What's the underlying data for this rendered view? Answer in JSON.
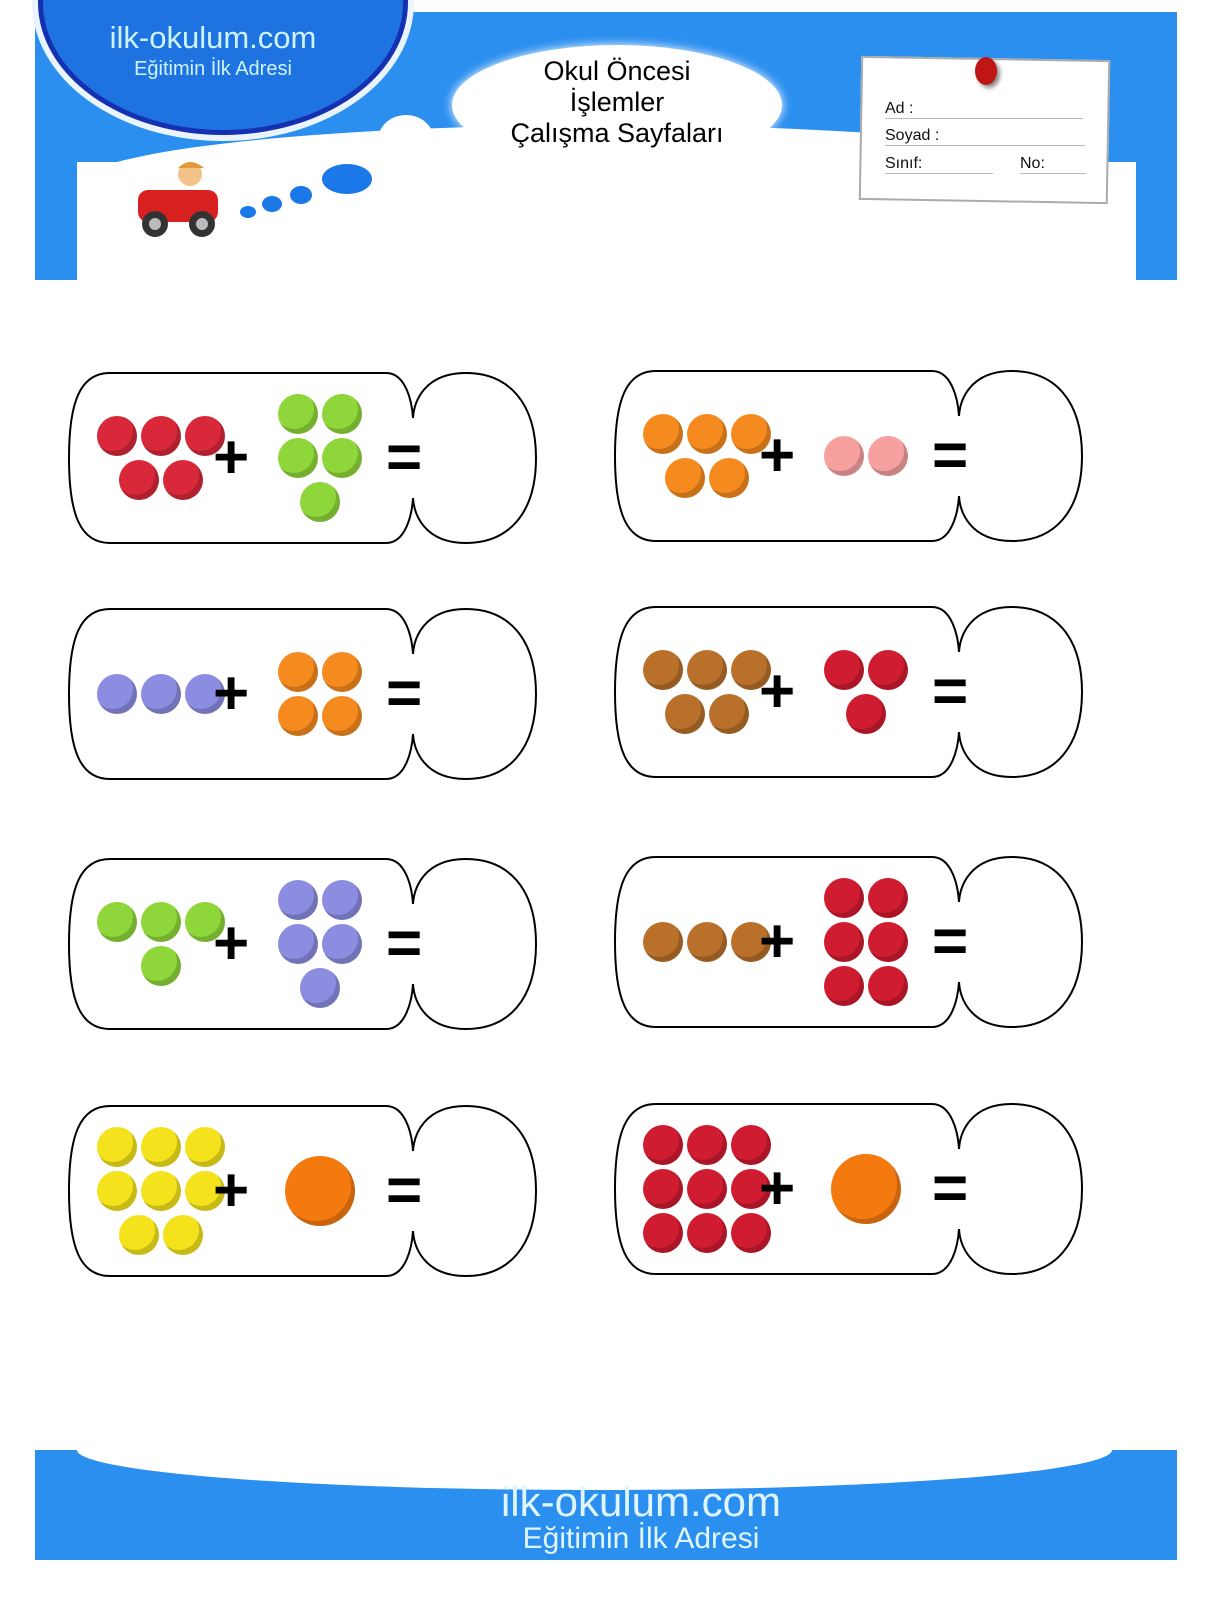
{
  "header": {
    "logo_site": "ilk-okulum.com",
    "logo_slogan": "Eğitimin İlk Adresi",
    "title_lines": [
      "Okul Öncesi",
      "İşlemler",
      "Çalışma Sayfaları"
    ],
    "name_label": "Ad :",
    "surname_label": "Soyad :",
    "class_label": "Sınıf:",
    "number_label": "No:"
  },
  "operators": {
    "plus": "+",
    "equals": "="
  },
  "fruit_colors": {
    "watermelon": "#d8283a",
    "apple": "#8fd63a",
    "orange": "#f58a1f",
    "grapefruit": "#f7a0a0",
    "grape": "#8c8ce0",
    "pineapple": "#b8702a",
    "strawberry": "#d01c30",
    "banana": "#f3e21c",
    "orange-character": "#f47a10"
  },
  "problems": [
    {
      "left": {
        "fruit": "watermelon",
        "count": 5
      },
      "right": {
        "fruit": "apple",
        "count": 5
      }
    },
    {
      "left": {
        "fruit": "orange",
        "count": 5
      },
      "right": {
        "fruit": "grapefruit",
        "count": 2
      }
    },
    {
      "left": {
        "fruit": "grape",
        "count": 3
      },
      "right": {
        "fruit": "orange",
        "count": 4
      }
    },
    {
      "left": {
        "fruit": "pineapple",
        "count": 5
      },
      "right": {
        "fruit": "strawberry",
        "count": 3
      }
    },
    {
      "left": {
        "fruit": "apple",
        "count": 4
      },
      "right": {
        "fruit": "grape",
        "count": 5
      }
    },
    {
      "left": {
        "fruit": "pineapple",
        "count": 3
      },
      "right": {
        "fruit": "strawberry",
        "count": 6
      }
    },
    {
      "left": {
        "fruit": "banana",
        "count": 8
      },
      "right": {
        "fruit": "orange-character",
        "count": 1
      }
    },
    {
      "left": {
        "fruit": "strawberry",
        "count": 9
      },
      "right": {
        "fruit": "orange-character",
        "count": 1
      }
    }
  ],
  "footer": {
    "site": "ilk-okulum.com",
    "slogan": "Eğitimin İlk Adresi"
  }
}
